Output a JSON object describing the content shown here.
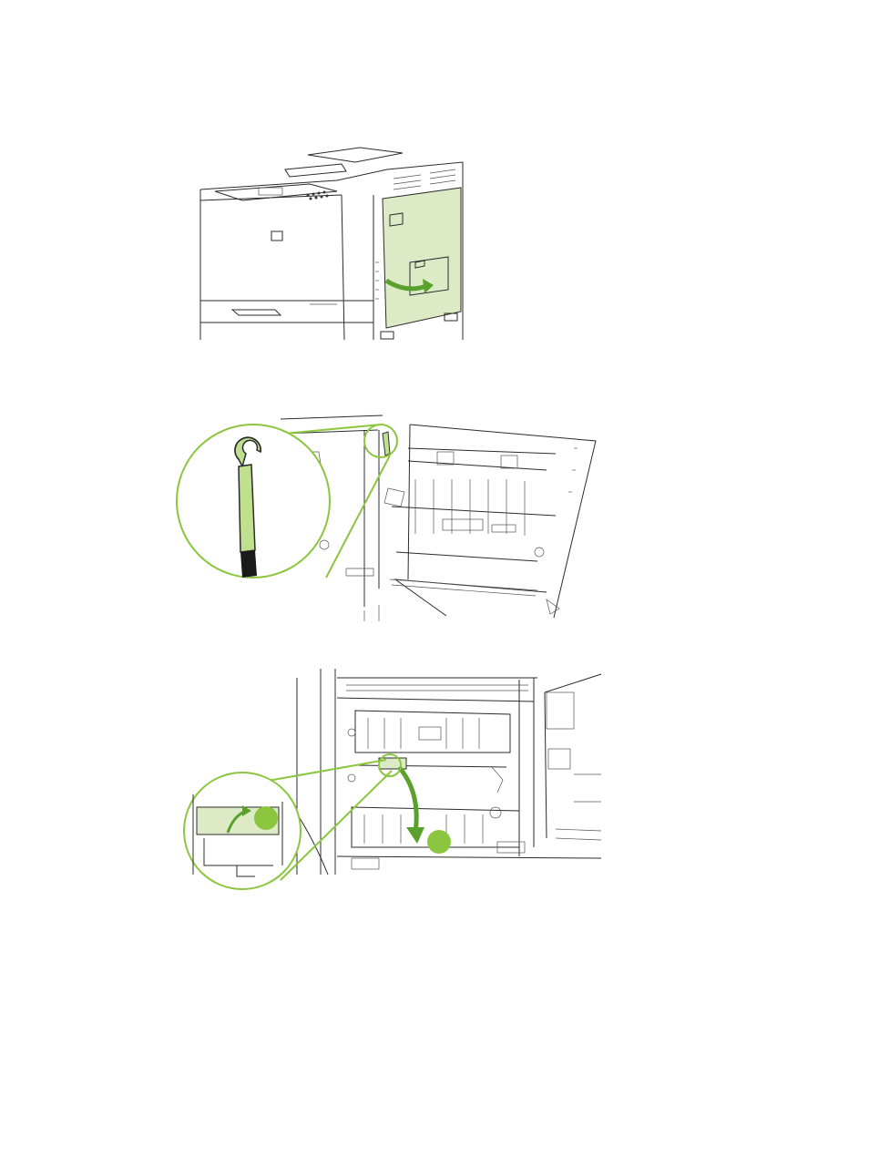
{
  "page": {
    "figures": [
      {
        "id": "fig-1",
        "name": "printer-right-door-open-illustration",
        "callouts": []
      },
      {
        "id": "fig-2",
        "name": "jam-removal-tool-illustration",
        "callouts": []
      },
      {
        "id": "fig-3",
        "name": "transfer-area-access-illustration",
        "callouts": [
          "",
          ""
        ]
      }
    ]
  },
  "colors": {
    "accent": "#8cc63f",
    "highlight_fill": "#dcebc6",
    "line": "#2b2b2b"
  }
}
